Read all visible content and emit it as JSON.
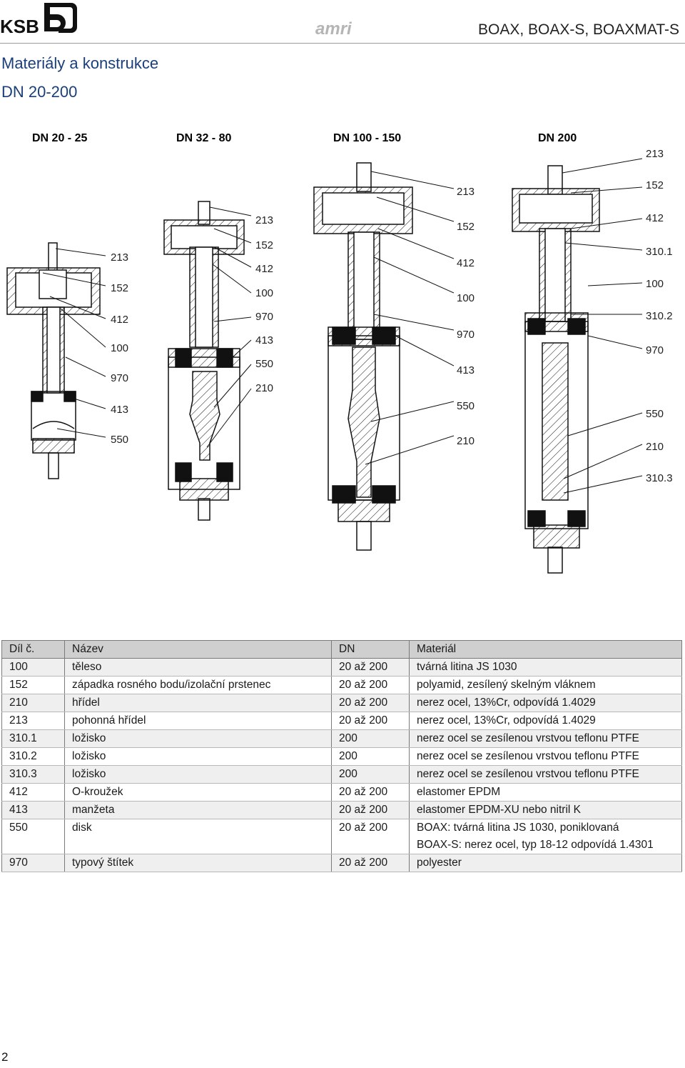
{
  "header": {
    "brand_primary": "KSB",
    "brand_secondary": "amri",
    "doc_title": "BOAX, BOAX-S, BOAXMAT-S"
  },
  "section": {
    "title": "Materiály a konstrukce",
    "subtitle": "DN 20-200"
  },
  "drawings": [
    {
      "heading": "DN 20 - 25",
      "labels": [
        "213",
        "152",
        "412",
        "100",
        "970",
        "413",
        "550"
      ]
    },
    {
      "heading": "DN 32 - 80",
      "labels": [
        "213",
        "152",
        "412",
        "100",
        "970",
        "413",
        "550",
        "210"
      ]
    },
    {
      "heading": "DN 100 - 150",
      "labels": [
        "213",
        "152",
        "412",
        "100",
        "970",
        "413",
        "550",
        "210"
      ]
    },
    {
      "heading": "DN 200",
      "labels": [
        "213",
        "152",
        "412",
        "310.1",
        "100",
        "310.2",
        "970",
        "550",
        "210",
        "310.3"
      ]
    }
  ],
  "table": {
    "headers": [
      "Díl č.",
      "Název",
      "DN",
      "Materiál"
    ],
    "rows": [
      {
        "part": "100",
        "name": "těleso",
        "dn": "20 až 200",
        "material": [
          "tvárná litina JS 1030"
        ]
      },
      {
        "part": "152",
        "name": "západka rosného bodu/izolační prstenec",
        "dn": "20 až 200",
        "material": [
          "polyamid, zesílený skelným vláknem"
        ]
      },
      {
        "part": "210",
        "name": "hřídel",
        "dn": "20 až 200",
        "material": [
          "nerez ocel, 13%Cr, odpovídá 1.4029"
        ]
      },
      {
        "part": "213",
        "name": "pohonná hřídel",
        "dn": "20 až 200",
        "material": [
          "nerez ocel, 13%Cr, odpovídá 1.4029"
        ]
      },
      {
        "part": "310.1",
        "name": "ložisko",
        "dn": "200",
        "material": [
          "nerez ocel se zesílenou vrstvou teflonu PTFE"
        ]
      },
      {
        "part": "310.2",
        "name": "ložisko",
        "dn": "200",
        "material": [
          "nerez ocel se zesílenou vrstvou teflonu PTFE"
        ]
      },
      {
        "part": "310.3",
        "name": "ložisko",
        "dn": "200",
        "material": [
          "nerez ocel se zesílenou vrstvou teflonu PTFE"
        ]
      },
      {
        "part": "412",
        "name": "O-kroužek",
        "dn": "20 až 200",
        "material": [
          "elastomer EPDM"
        ]
      },
      {
        "part": "413",
        "name": "manžeta",
        "dn": "20 až 200",
        "material": [
          "elastomer EPDM-XU nebo nitril K"
        ]
      },
      {
        "part": "550",
        "name": "disk",
        "dn": "20 až 200",
        "material": [
          "BOAX: tvárná litina JS 1030, poniklovaná",
          "BOAX-S: nerez ocel, typ 18-12 odpovídá 1.4301"
        ]
      },
      {
        "part": "970",
        "name": "typový štítek",
        "dn": "20 až 200",
        "material": [
          "polyester"
        ]
      }
    ]
  },
  "footer": {
    "page_number": "2"
  },
  "colors": {
    "heading_blue": "#1a3f7a",
    "header_gray": "#cfcfcf",
    "row_gray": "#efefef"
  }
}
